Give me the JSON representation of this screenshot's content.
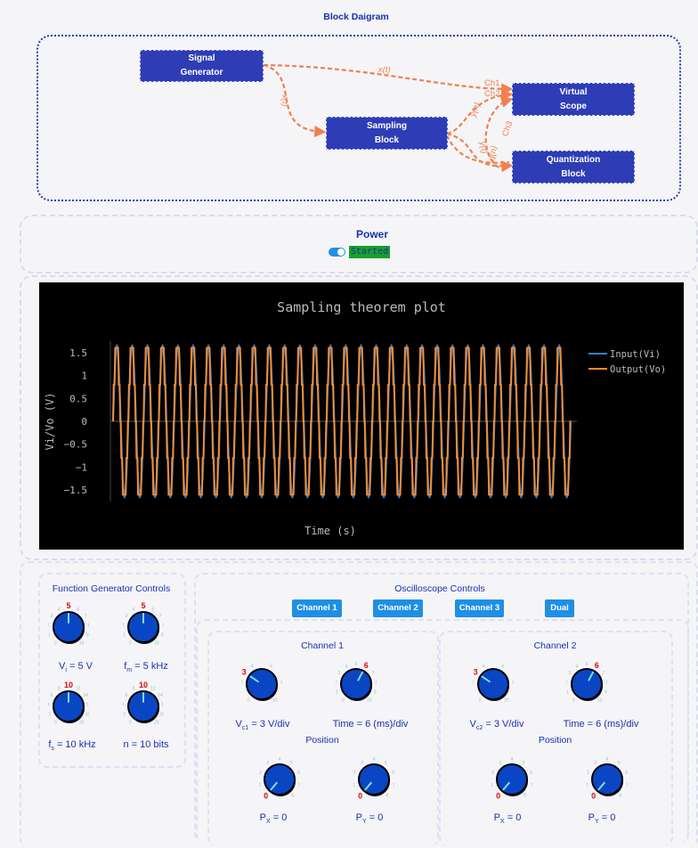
{
  "block_diagram": {
    "title": "Block Daigram",
    "blocks": {
      "signal_generator": [
        "Signal",
        "Generator"
      ],
      "sampling_block": [
        "Sampling",
        "Block"
      ],
      "virtual_scope": [
        "Virtual",
        "Scope"
      ],
      "quantization_block": [
        "Quantization",
        "Block"
      ]
    },
    "edge_labels": {
      "xt_top": "x(t)",
      "xt_side": "x(t)",
      "ch1": "Ch1",
      "ch2": "Ch2",
      "ch3": "Ch3",
      "yn": "y(n)",
      "yt": "y(t)",
      "qn": "q(n)"
    },
    "edge_color": "#f08050"
  },
  "power": {
    "title": "Power",
    "toggle_state": "on",
    "status_label": "Started"
  },
  "plot": {
    "chart_data": {
      "type": "line",
      "title": "Sampling theorem plot",
      "xlabel": "Time (s)",
      "ylabel": "Vi/Vo (V)",
      "ylim": [
        -1.75,
        1.75
      ],
      "yticks": [
        "1.5",
        "1",
        "0.5",
        "0",
        "−0.5",
        "−1",
        "−1.5"
      ],
      "ytick_values": [
        1.5,
        1,
        0.5,
        0,
        -0.5,
        -1,
        -1.5
      ],
      "series": [
        {
          "name": "Input(Vi)",
          "color": "#3b7fc2",
          "amplitude": 1.65,
          "cycles": 30
        },
        {
          "name": "Output(Vo)",
          "color": "#ff8c28",
          "amplitude": 1.6,
          "cycles": 30
        }
      ],
      "legend": "top-right",
      "background": "#000000"
    }
  },
  "function_generator": {
    "title": "Function Generator Controls",
    "knobs": [
      {
        "value": "5",
        "label_main": "V",
        "label_sub": "i",
        "label_rest": " = 5 V"
      },
      {
        "value": "5",
        "label_main": "f",
        "label_sub": "m",
        "label_rest": " = 5 kHz"
      },
      {
        "value": "10",
        "label_main": "f",
        "label_sub": "s",
        "label_rest": " = 10 kHz"
      },
      {
        "value": "10",
        "label_main": "n = 10 bits",
        "label_sub": "",
        "label_rest": ""
      }
    ]
  },
  "oscilloscope": {
    "title": "Oscilloscope Controls",
    "buttons": [
      "Channel 1",
      "Channel 2",
      "Channel 3",
      "Dual"
    ],
    "channels": [
      {
        "title": "Channel 1",
        "volt_knob": "3",
        "time_knob": "6",
        "volt_main": "V",
        "volt_sub": "c1",
        "volt_rest": " = 3 V/div",
        "time_label": "Time = 6 (ms)/div",
        "position_title": "Position",
        "px_knob": "0",
        "py_knob": "0",
        "px_main": "P",
        "px_sub": "X",
        "px_rest": " = 0",
        "py_main": "P",
        "py_sub": "Y",
        "py_rest": " = 0"
      },
      {
        "title": "Channel 2",
        "volt_knob": "3",
        "time_knob": "6",
        "volt_main": "V",
        "volt_sub": "c2",
        "volt_rest": " = 3 V/div",
        "time_label": "Time = 6 (ms)/div",
        "position_title": "Position",
        "px_knob": "0",
        "py_knob": "0",
        "px_main": "P",
        "px_sub": "X",
        "px_rest": " = 0",
        "py_main": "P",
        "py_sub": "Y",
        "py_rest": " = 0"
      }
    ]
  }
}
